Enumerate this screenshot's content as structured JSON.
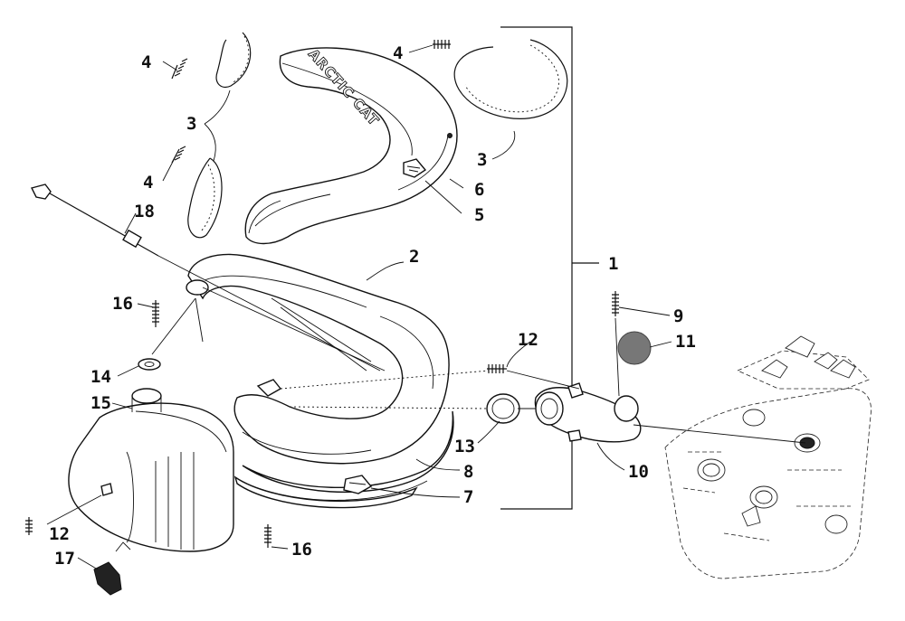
{
  "diagram": {
    "brand_text": "ARCTIC CAT",
    "callouts": {
      "c1": "1",
      "c2": "2",
      "c3a": "3",
      "c3b": "3",
      "c4a": "4",
      "c4b": "4",
      "c4c": "4",
      "c5": "5",
      "c6": "6",
      "c7": "7",
      "c8": "8",
      "c9": "9",
      "c10": "10",
      "c11": "11",
      "c12a": "12",
      "c12b": "12",
      "c13": "13",
      "c14": "14",
      "c15": "15",
      "c16a": "16",
      "c16b": "16",
      "c17": "17",
      "c18": "18"
    }
  }
}
